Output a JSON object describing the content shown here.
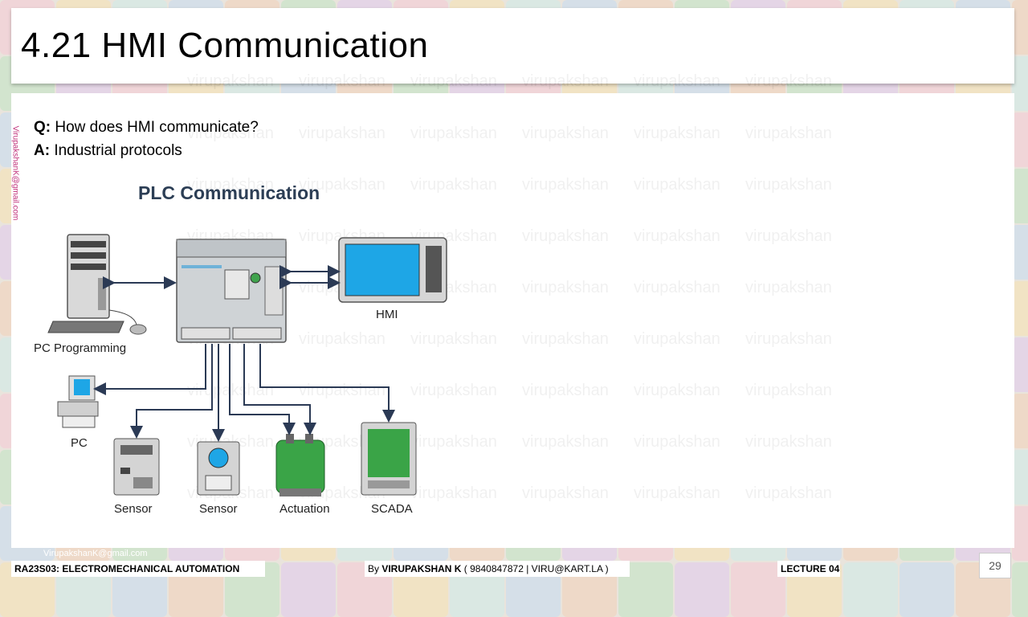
{
  "slide": {
    "title": "4.21 HMI Communication",
    "question_label": "Q:",
    "question_text": " How does HMI communicate?",
    "answer_label": "A:",
    "answer_text": " Industrial protocols"
  },
  "diagram": {
    "title": "PLC Communication",
    "labels": {
      "pc_programming": "PC Programming",
      "hmi": "HMI",
      "pc": "PC",
      "sensor1": "Sensor",
      "sensor2": "Sensor",
      "actuation": "Actuation",
      "scada": "SCADA"
    }
  },
  "watermark": {
    "text": "virupakshan",
    "email": "VirupakshanK@gmail.com"
  },
  "footer": {
    "course": "RA23S03:   ELECTROMECHANICAL AUTOMATION",
    "by_prefix": "By ",
    "author": "VIRUPAKSHAN K",
    "contact": " ( 9840847872 | VIRU@KART.LA )",
    "lecture": "LECTURE 04",
    "page": "29"
  }
}
